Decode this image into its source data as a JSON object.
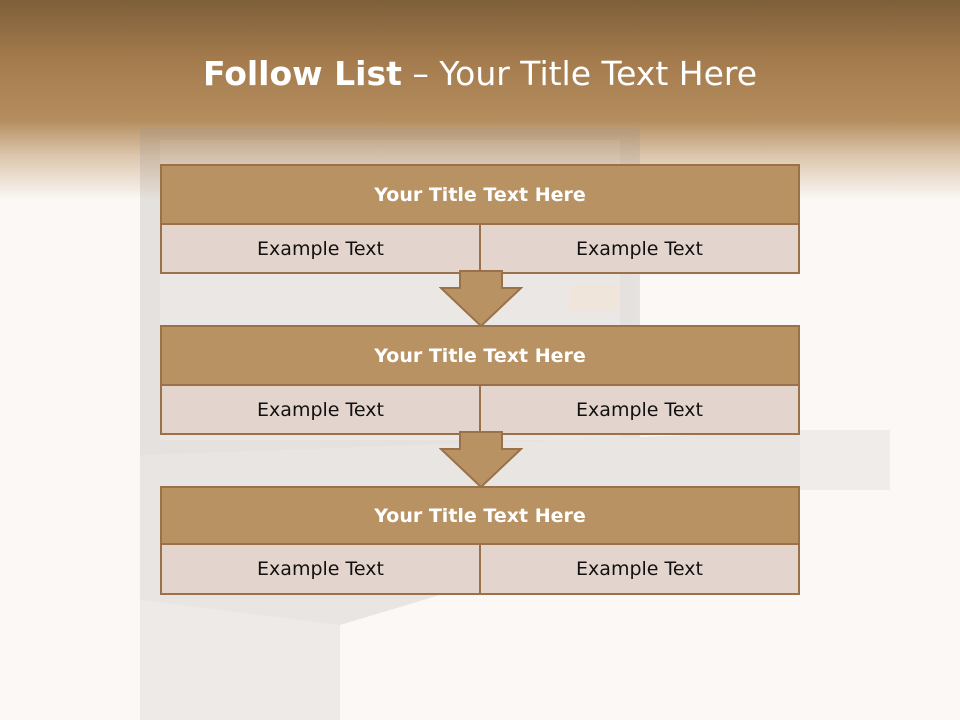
{
  "slide": {
    "title_bold": "Follow List",
    "title_rest": " – Your Title Text Here"
  },
  "blocks": [
    {
      "title": "Your Title Text Here",
      "cells": [
        "Example Text",
        "Example Text"
      ]
    },
    {
      "title": "Your Title Text Here",
      "cells": [
        "Example Text",
        "Example Text"
      ]
    },
    {
      "title": "Your Title Text Here",
      "cells": [
        "Example Text",
        "Example Text"
      ]
    }
  ],
  "colors": {
    "header_brown": "#a47b4d",
    "block_title": "#b99263",
    "block_border": "#9a7149",
    "cell_bg": "#e3d5cd"
  }
}
